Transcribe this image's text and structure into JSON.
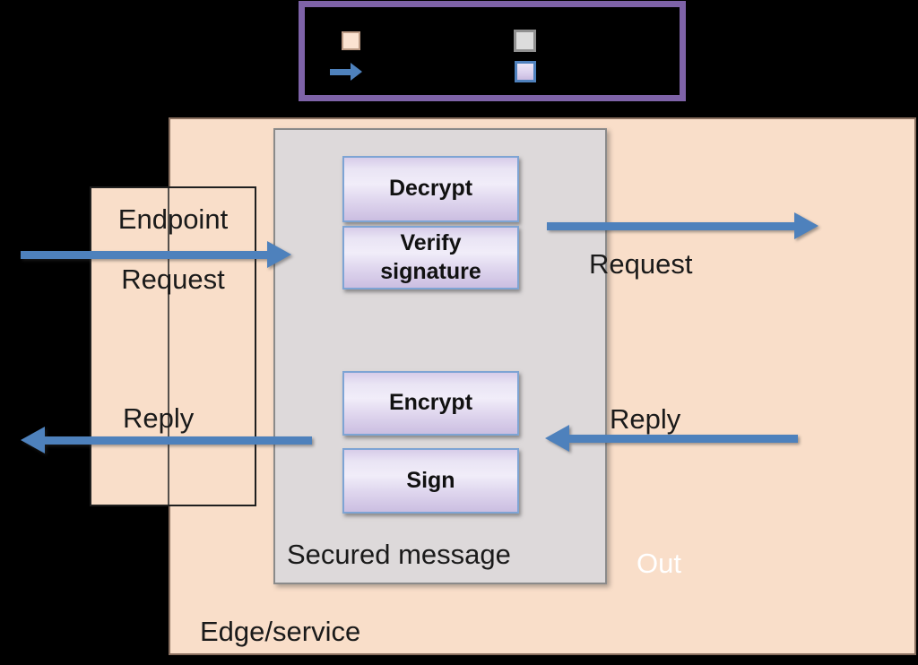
{
  "legend": {
    "box_border_color": "#7E63A8",
    "swatch_peach": {
      "fill": "#FBE3D1",
      "border": "#BC9B85"
    },
    "swatch_gray": {
      "fill": "#DCDCDC",
      "border": "#909090"
    },
    "swatch_lavender": {
      "fill": "#DCD2EE",
      "border": "#4F81BD"
    },
    "arrow_color": "#4E81BC"
  },
  "regions": {
    "edge_service": {
      "label": "Edge/service",
      "fill": "#F9DEC9",
      "border": "#8A7060"
    },
    "endpoint": {
      "label": "Endpoint",
      "fill": "#F9DEC9",
      "border": "#1F1F1F"
    },
    "secured_message": {
      "label": "Secured message",
      "fill": "#DDD9DA",
      "border": "#8A8A8A"
    },
    "out_label": "Out"
  },
  "operations": [
    {
      "label": "Decrypt"
    },
    {
      "label": "Verify signature",
      "line1": "Verify",
      "line2": "signature"
    },
    {
      "label": "Encrypt"
    },
    {
      "label": "Sign"
    }
  ],
  "flows": {
    "arrow_color": "#4E81BC",
    "request_in": {
      "label": "Request",
      "direction": "right"
    },
    "request_out": {
      "label": "Request",
      "direction": "right"
    },
    "reply_out": {
      "label": "Reply",
      "direction": "left"
    },
    "reply_in": {
      "label": "Reply",
      "direction": "left"
    }
  },
  "colors": {
    "background": "#000000",
    "operation_box_border": "#7EA4D4",
    "operation_box_fill_top": "#D7CCE9",
    "operation_box_fill_mid": "#F1EDF9",
    "operation_box_fill_bottom": "#CBBEE1",
    "text": "#1A1A1A",
    "out_text": "#FFFFFF"
  }
}
